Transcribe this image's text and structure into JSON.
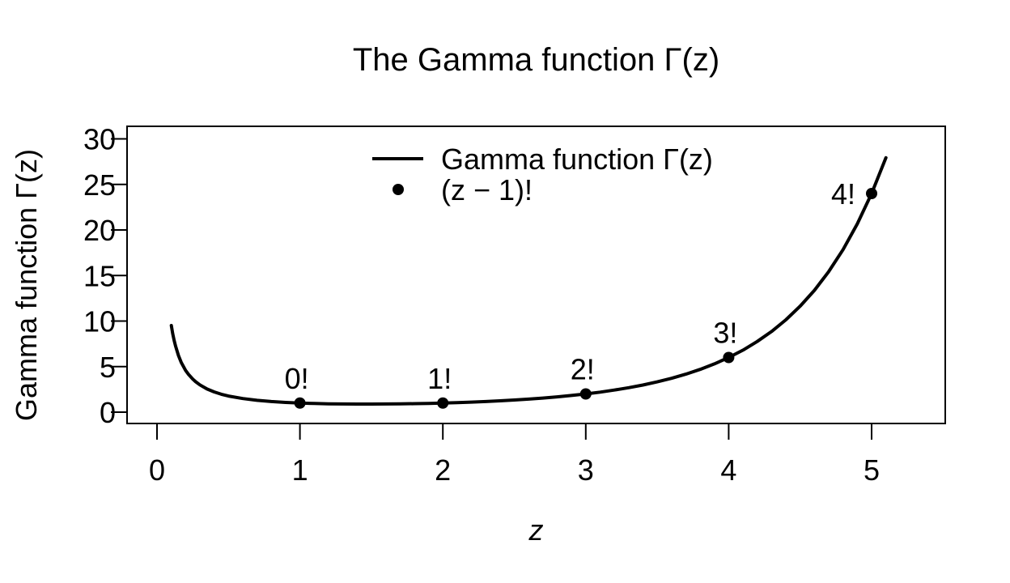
{
  "title": "The Gamma function Γ(z)",
  "axes": {
    "x_label": "z",
    "y_label": "Gamma function Γ(z)"
  },
  "legend": [
    {
      "type": "line",
      "label": "Gamma function Γ(z)"
    },
    {
      "type": "point",
      "label": "(z − 1)!"
    }
  ],
  "colors": {
    "foreground": "#000000",
    "background": "#ffffff"
  },
  "chart_data": {
    "type": "line",
    "title": "The Gamma function Γ(z)",
    "xlabel": "z",
    "ylabel": "Gamma function Γ(z)",
    "xlim": [
      -0.2,
      5.55
    ],
    "ylim": [
      -1.3,
      31.4
    ],
    "x_ticks": [
      0,
      1,
      2,
      3,
      4,
      5
    ],
    "y_ticks": [
      0,
      5,
      10,
      15,
      20,
      25,
      30
    ],
    "grid": false,
    "legend_position": "top",
    "series": [
      {
        "name": "Gamma function Γ(z)",
        "type": "line",
        "points": [
          [
            0.1,
            9.5135
          ],
          [
            0.11,
            8.6114
          ],
          [
            0.12,
            7.8632
          ],
          [
            0.13,
            7.2313
          ],
          [
            0.15,
            6.2203
          ],
          [
            0.17,
            5.4512
          ],
          [
            0.2,
            4.5908
          ],
          [
            0.22,
            4.1505
          ],
          [
            0.25,
            3.6256
          ],
          [
            0.27,
            3.3426
          ],
          [
            0.3,
            2.9916
          ],
          [
            0.35,
            2.5461
          ],
          [
            0.4,
            2.2182
          ],
          [
            0.45,
            1.9681
          ],
          [
            0.5,
            1.7725
          ],
          [
            0.6,
            1.4892
          ],
          [
            0.7,
            1.2981
          ],
          [
            0.8,
            1.1642
          ],
          [
            0.9,
            1.0686
          ],
          [
            1.0,
            1.0
          ],
          [
            1.1,
            0.9514
          ],
          [
            1.2,
            0.9182
          ],
          [
            1.3,
            0.8975
          ],
          [
            1.4,
            0.8873
          ],
          [
            1.5,
            0.8862
          ],
          [
            1.6,
            0.8935
          ],
          [
            1.7,
            0.9086
          ],
          [
            1.8,
            0.9314
          ],
          [
            1.9,
            0.9618
          ],
          [
            2.0,
            1.0
          ],
          [
            2.1,
            1.0465
          ],
          [
            2.2,
            1.1018
          ],
          [
            2.3,
            1.1667
          ],
          [
            2.4,
            1.2422
          ],
          [
            2.5,
            1.3293
          ],
          [
            2.6,
            1.4296
          ],
          [
            2.7,
            1.5447
          ],
          [
            2.8,
            1.6765
          ],
          [
            2.9,
            1.8274
          ],
          [
            3.0,
            2.0
          ],
          [
            3.1,
            2.1976
          ],
          [
            3.2,
            2.424
          ],
          [
            3.3,
            2.6834
          ],
          [
            3.4,
            2.9812
          ],
          [
            3.5,
            3.3234
          ],
          [
            3.6,
            3.717
          ],
          [
            3.7,
            4.1707
          ],
          [
            3.8,
            4.6942
          ],
          [
            3.9,
            5.2993
          ],
          [
            4.0,
            6.0
          ],
          [
            4.1,
            6.8126
          ],
          [
            4.2,
            7.7567
          ],
          [
            4.3,
            8.8553
          ],
          [
            4.4,
            10.1361
          ],
          [
            4.5,
            11.6317
          ],
          [
            4.6,
            13.3813
          ],
          [
            4.7,
            15.4314
          ],
          [
            4.8,
            17.8379
          ],
          [
            4.9,
            20.6674
          ],
          [
            5.0,
            24.0
          ],
          [
            5.1,
            27.9318
          ]
        ]
      },
      {
        "name": "(z − 1)!",
        "type": "scatter",
        "points": [
          [
            1,
            1
          ],
          [
            2,
            1
          ],
          [
            3,
            2
          ],
          [
            4,
            6
          ],
          [
            5,
            24
          ]
        ],
        "labels": [
          "0!",
          "1!",
          "2!",
          "3!",
          "4!"
        ],
        "label_pos": [
          "above",
          "above",
          "above",
          "above",
          "left"
        ]
      }
    ]
  }
}
